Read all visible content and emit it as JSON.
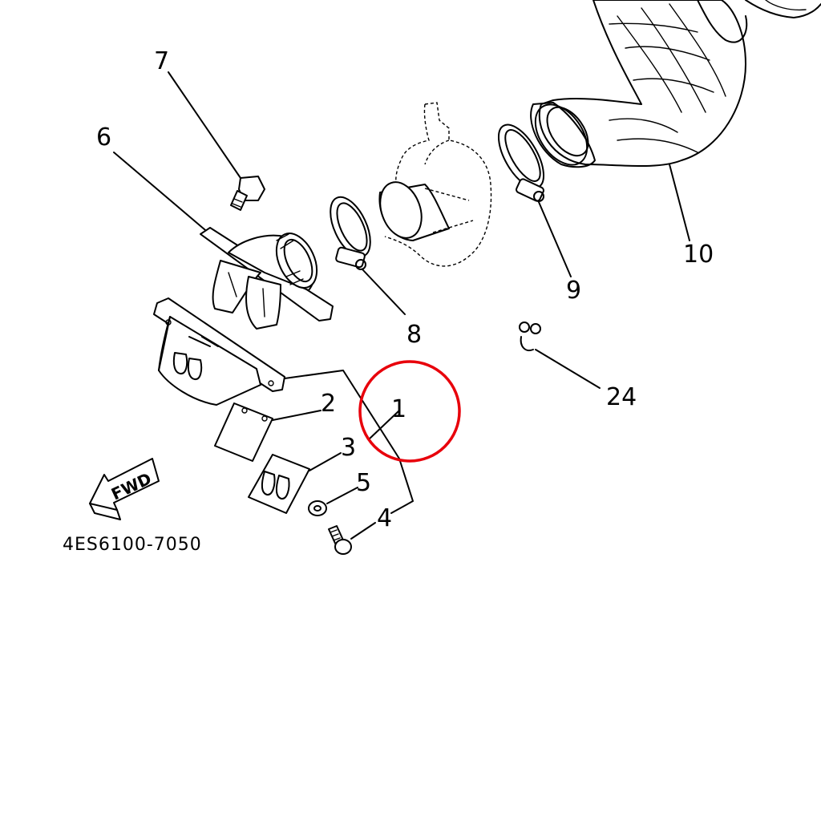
{
  "labels": {
    "p1": "1",
    "p2": "2",
    "p3": "3",
    "p4": "4",
    "p5": "5",
    "p6": "6",
    "p7": "7",
    "p8": "8",
    "p9": "9",
    "p10": "10",
    "p24": "24"
  },
  "direction_label": "FWD",
  "figure_code": "4ES6100-7050",
  "highlight_color": "#e8000b"
}
